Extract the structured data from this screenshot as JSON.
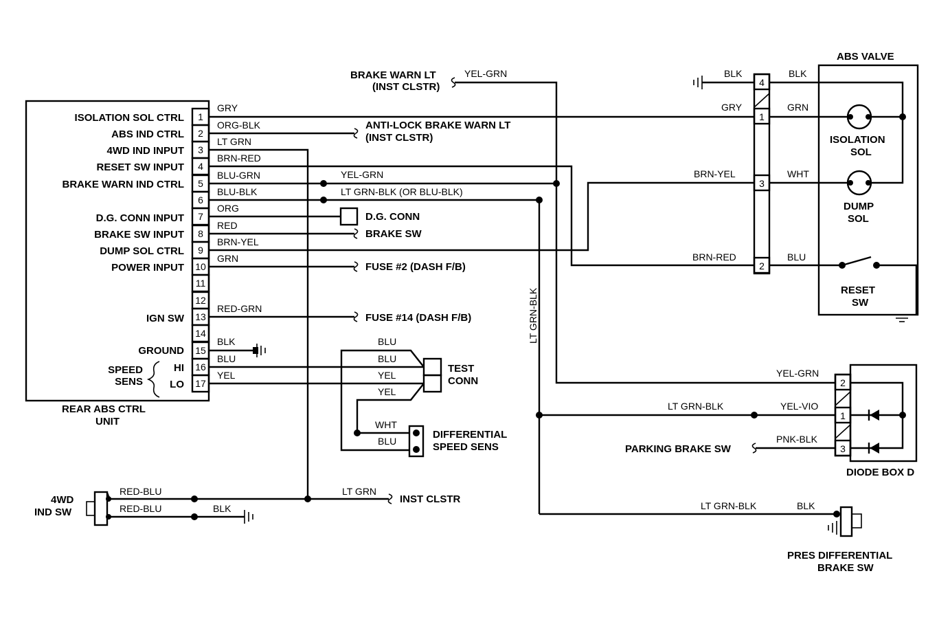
{
  "control_unit": {
    "caption_line1": "REAR ABS CTRL",
    "caption_line2": "UNIT",
    "rows": [
      {
        "label": "ISOLATION SOL CTRL",
        "pin": "1",
        "wire": "GRY"
      },
      {
        "label": "ABS IND CTRL",
        "pin": "2",
        "wire": "ORG-BLK"
      },
      {
        "label": "4WD IND INPUT",
        "pin": "3",
        "wire": "LT GRN"
      },
      {
        "label": "RESET SW INPUT",
        "pin": "4",
        "wire": "BRN-RED"
      },
      {
        "label": "BRAKE WARN IND CTRL",
        "pin": "5",
        "wire": "BLU-GRN"
      },
      {
        "label": "",
        "pin": "6",
        "wire": "BLU-BLK"
      },
      {
        "label": "D.G. CONN INPUT",
        "pin": "7",
        "wire": "ORG"
      },
      {
        "label": "BRAKE SW INPUT",
        "pin": "8",
        "wire": "RED"
      },
      {
        "label": "DUMP SOL CTRL",
        "pin": "9",
        "wire": "BRN-YEL"
      },
      {
        "label": "POWER INPUT",
        "pin": "10",
        "wire": "GRN"
      },
      {
        "label": "",
        "pin": "11",
        "wire": ""
      },
      {
        "label": "",
        "pin": "12",
        "wire": ""
      },
      {
        "label": "IGN SW",
        "pin": "13",
        "wire": "RED-GRN"
      },
      {
        "label": "",
        "pin": "14",
        "wire": ""
      },
      {
        "label": "GROUND",
        "pin": "15",
        "wire": "BLK"
      },
      {
        "label": "HI",
        "pin": "16",
        "wire": "BLU"
      },
      {
        "label": "LO",
        "pin": "17",
        "wire": "YEL"
      }
    ],
    "speed_sens_line1": "SPEED",
    "speed_sens_line2": "SENS"
  },
  "destinations": {
    "brake_warn_lt_line1": "BRAKE WARN LT",
    "brake_warn_lt_line2": "(INST CLSTR)",
    "brake_warn_lt_wire": "YEL-GRN",
    "anti_lock_line1": "ANTI-LOCK BRAKE WARN LT",
    "anti_lock_line2": "(INST CLSTR)",
    "pin5_wire": "YEL-GRN",
    "pin6_wire": "LT GRN-BLK (OR BLU-BLK)",
    "dg_conn": "D.G. CONN",
    "brake_sw": "BRAKE SW",
    "fuse2": "FUSE #2 (DASH F/B)",
    "fuse14": "FUSE #14 (DASH F/B)",
    "vertical_wire": "LT GRN-BLK"
  },
  "test_conn": {
    "label_line1": "TEST",
    "label_line2": "CONN",
    "wires": [
      "BLU",
      "BLU",
      "YEL",
      "YEL"
    ]
  },
  "differential_speed_sens": {
    "label_line1": "DIFFERENTIAL",
    "label_line2": "SPEED SENS",
    "wires": [
      "WHT",
      "BLU"
    ]
  },
  "fourwd_switch": {
    "label_line1": "4WD",
    "label_line2": "IND SW",
    "wires": [
      "RED-BLU",
      "RED-BLU",
      "BLK"
    ],
    "inst_wire": "LT GRN",
    "inst_label": "INST CLSTR"
  },
  "abs_valve": {
    "title": "ABS VALVE",
    "connector_pins": [
      "4",
      "1",
      "3",
      "2"
    ],
    "left_wires": [
      "BLK",
      "GRY",
      "BRN-YEL",
      "BRN-RED"
    ],
    "right_wires": [
      "BLK",
      "GRN",
      "WHT",
      "BLU"
    ],
    "isolation_line1": "ISOLATION",
    "isolation_line2": "SOL",
    "dump_line1": "DUMP",
    "dump_line2": "SOL",
    "reset_line1": "RESET",
    "reset_line2": "SW"
  },
  "diode_box": {
    "title": "DIODE BOX D",
    "pins": [
      "2",
      "1",
      "3"
    ],
    "wires": [
      "YEL-GRN",
      "YEL-VIO",
      "PNK-BLK"
    ],
    "left_wire": "LT GRN-BLK",
    "parking_brake": "PARKING BRAKE SW"
  },
  "pres_diff": {
    "wire1": "LT GRN-BLK",
    "wire2": "BLK",
    "label_line1": "PRES DIFFERENTIAL",
    "label_line2": "BRAKE SW"
  }
}
